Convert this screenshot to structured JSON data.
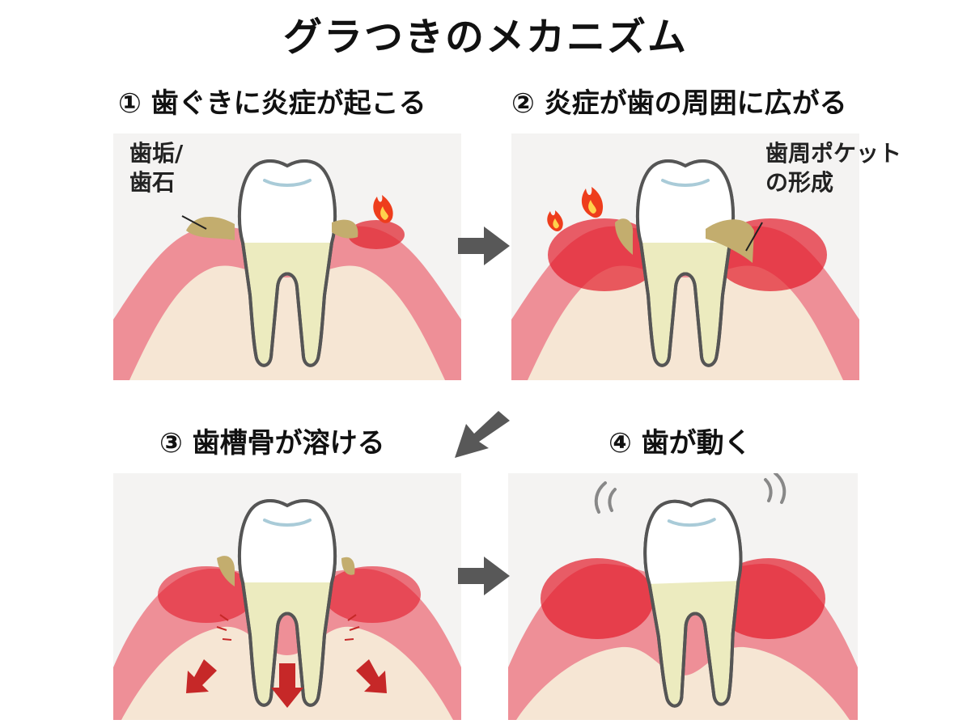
{
  "title": "グラつきのメカニズム",
  "steps": [
    {
      "number": "①",
      "label": "歯ぐきに炎症が起こる"
    },
    {
      "number": "②",
      "label": "炎症が歯の周囲に広がる"
    },
    {
      "number": "③",
      "label": "歯槽骨が溶ける"
    },
    {
      "number": "④",
      "label": "歯が動く"
    }
  ],
  "callouts": {
    "plaque": {
      "line1": "歯垢/",
      "line2": "歯石"
    },
    "pocket": {
      "line1": "歯周ポケット",
      "line2": "の形成"
    }
  },
  "colors": {
    "gum": "#ee8f97",
    "gum_inflamed": "#e52c36",
    "bone": "#f6e6d4",
    "tooth_root": "#ecebbf",
    "tooth_crown": "#ffffff",
    "tooth_outline": "#555555",
    "tartar": "#c3ad6e",
    "arrow": "#585858",
    "bone_arrow": "#c62828",
    "flame": "#ee3d1c"
  }
}
